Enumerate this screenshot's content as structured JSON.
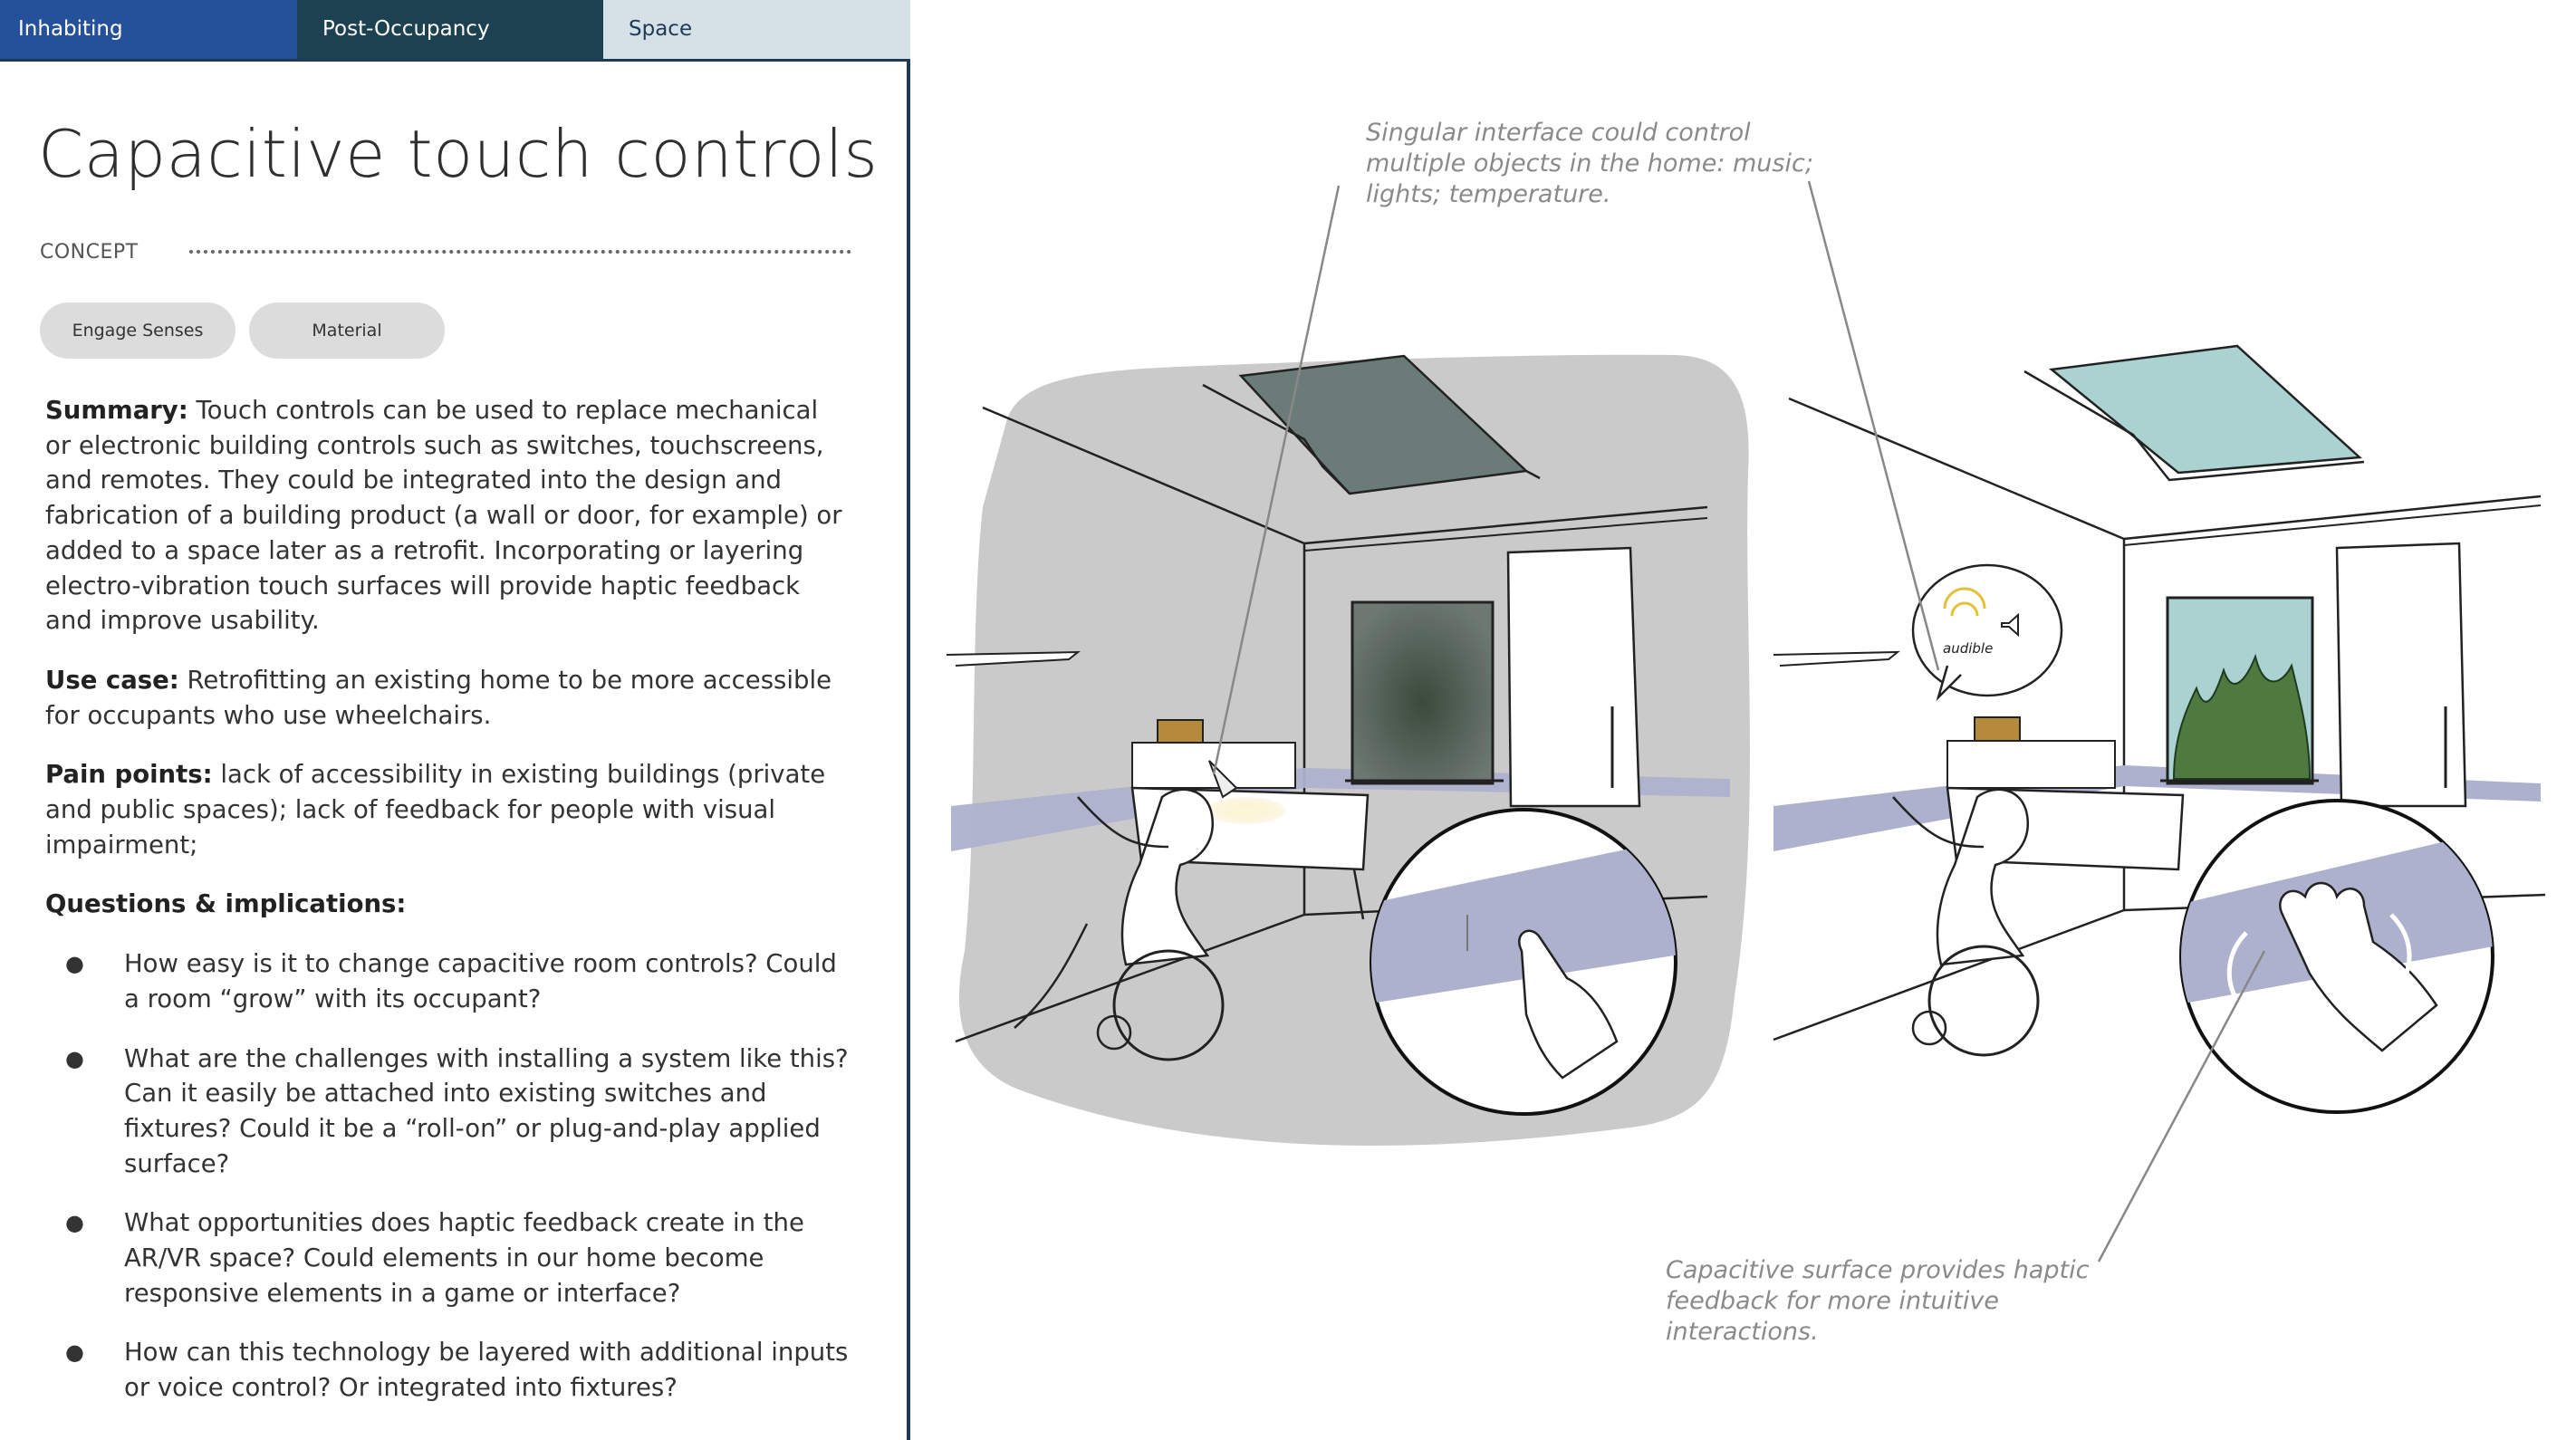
{
  "tabs": [
    "Inhabiting",
    "Post-Occupancy",
    "Space"
  ],
  "title": "Capacitive touch controls",
  "concept_label": "CONCEPT",
  "tags": [
    "Engage Senses",
    "Material"
  ],
  "summary": {
    "label": "Summary:",
    "text": " Touch controls can be used to replace mechanical or electronic building controls such as switches, touchscreens, and remotes. They could be integrated into the design and fabrication of a building product (a wall or door, for example) or added to a space later as a retrofit. Incorporating or layering electro-vibration touch surfaces will provide haptic feedback and improve usability."
  },
  "use_case": {
    "label": "Use case:",
    "text": " Retrofitting an existing home to be more accessible for occupants who use wheelchairs."
  },
  "pain_points": {
    "label": "Pain points:",
    "text": " lack of accessibility in existing buildings (private and public spaces); lack of feedback for people with visual impairment;"
  },
  "questions_label": "Questions & implications:",
  "bullet": "●",
  "questions": [
    "How easy is it to change capacitive room controls? Could a room “grow” with its occupant?",
    "What are the challenges with installing a system like this? Can it easily be attached into existing switches and fixtures? Could it be a “roll-on” or plug-and-play applied surface?",
    "What opportunities does haptic feedback create in the AR/VR space? Could elements in our home become responsive elements in a game or interface?",
    "How can this technology be layered with additional inputs or voice control?  Or integrated into fixtures?"
  ],
  "captions": {
    "top": "Singular interface could control multiple objects in the home: music; lights; temperature.",
    "bottom": "Capacitive surface provides haptic feedback for more intuitive interactions."
  },
  "speech_bubble_text": "audible",
  "colors": {
    "tab_inhabiting": "#24519a",
    "tab_post_occupancy": "#1c4150",
    "tab_space": "#d6e1e7",
    "panel_border": "#1f3a57",
    "haptic_band": "#aeb1cd",
    "skylight_left": "#6b7b77",
    "skylight_right": "#a9d2d1",
    "room_bg": "#cacaca"
  }
}
